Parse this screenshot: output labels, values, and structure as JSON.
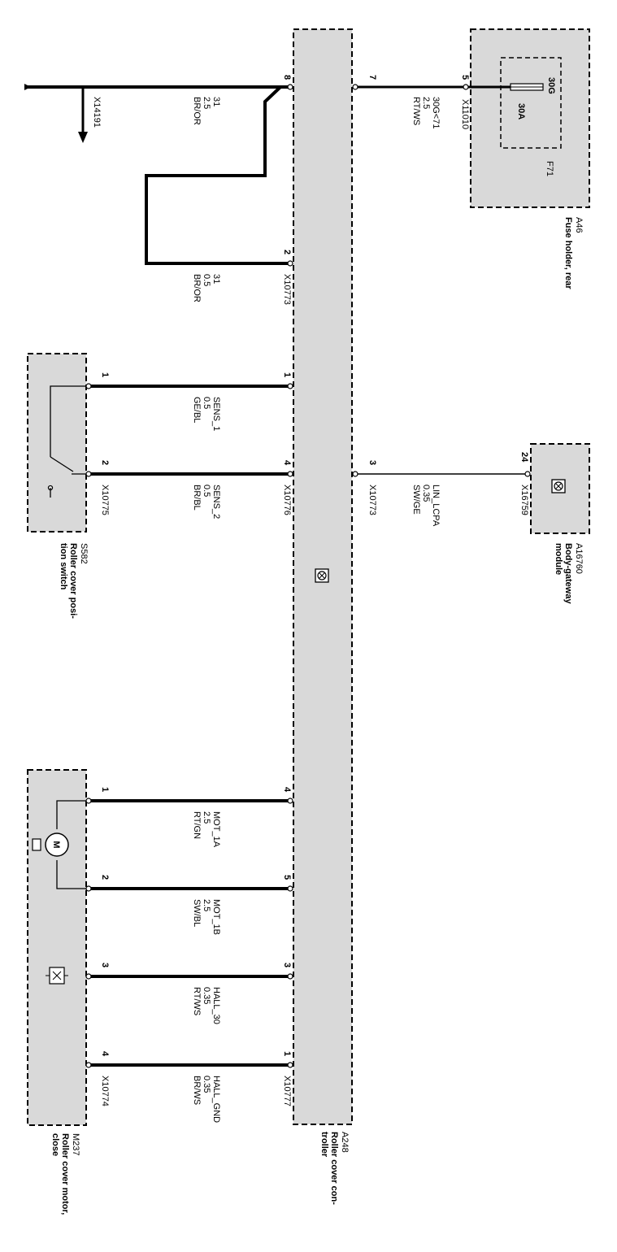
{
  "components": {
    "a46": {
      "id": "A46",
      "name": "Fuse holder, rear"
    },
    "f71": {
      "id": "F71",
      "top_label": "30G",
      "rating": "30A"
    },
    "a16760": {
      "id": "A16760",
      "name_1": "Body-gateway",
      "name_2": "module"
    },
    "a248": {
      "id": "A248",
      "name_1": "Roller cover con-",
      "name_2": "troller"
    },
    "s582": {
      "id": "S582",
      "name_1": "Roller cover posi-",
      "name_2": "tion switch"
    },
    "m237": {
      "id": "M237",
      "name_1": "Roller cover motor,",
      "name_2": "close"
    }
  },
  "ground": {
    "connector": "X14191"
  },
  "wires": [
    {
      "signal": "31",
      "gauge": "2.5",
      "color": "BR/OR",
      "pin_ctrl": "8",
      "conn_ctrl": ""
    },
    {
      "signal": "30G<71",
      "gauge": "2.5",
      "color": "RT/WS",
      "pin_ctrl": "7",
      "pin_other": "5",
      "conn_other": "X11010"
    },
    {
      "signal": "31",
      "gauge": "0.5",
      "color": "BR/OR",
      "pin_ctrl": "2",
      "conn_ctrl": "X10773"
    },
    {
      "signal": "SENS_1",
      "gauge": "0.5",
      "color": "GE/BL",
      "pin_ctrl": "1",
      "pin_other": "1"
    },
    {
      "signal": "SENS_2",
      "gauge": "0.5",
      "color": "BR/BL",
      "pin_ctrl": "4",
      "conn_ctrl": "X10776",
      "pin_other": "2",
      "conn_other": "X10775"
    },
    {
      "signal": "LIN_LCPA",
      "gauge": "0.35",
      "color": "SW/GE",
      "pin_ctrl": "3",
      "conn_ctrl": "X10773",
      "pin_other": "24",
      "conn_other": "X16759"
    },
    {
      "signal": "MOT_1A",
      "gauge": "2.5",
      "color": "RT/GN",
      "pin_ctrl": "4",
      "pin_other": "1"
    },
    {
      "signal": "MOT_1B",
      "gauge": "2.5",
      "color": "SW/BL",
      "pin_ctrl": "5",
      "pin_other": "2"
    },
    {
      "signal": "HALL_30",
      "gauge": "0.35",
      "color": "RT/WS",
      "pin_ctrl": "3",
      "pin_other": "3"
    },
    {
      "signal": "HALL_GND",
      "gauge": "0.35",
      "color": "BR/WS",
      "pin_ctrl": "1",
      "conn_ctrl": "X10777",
      "pin_other": "4",
      "conn_other": "X10774"
    }
  ],
  "motor_symbol": "M"
}
